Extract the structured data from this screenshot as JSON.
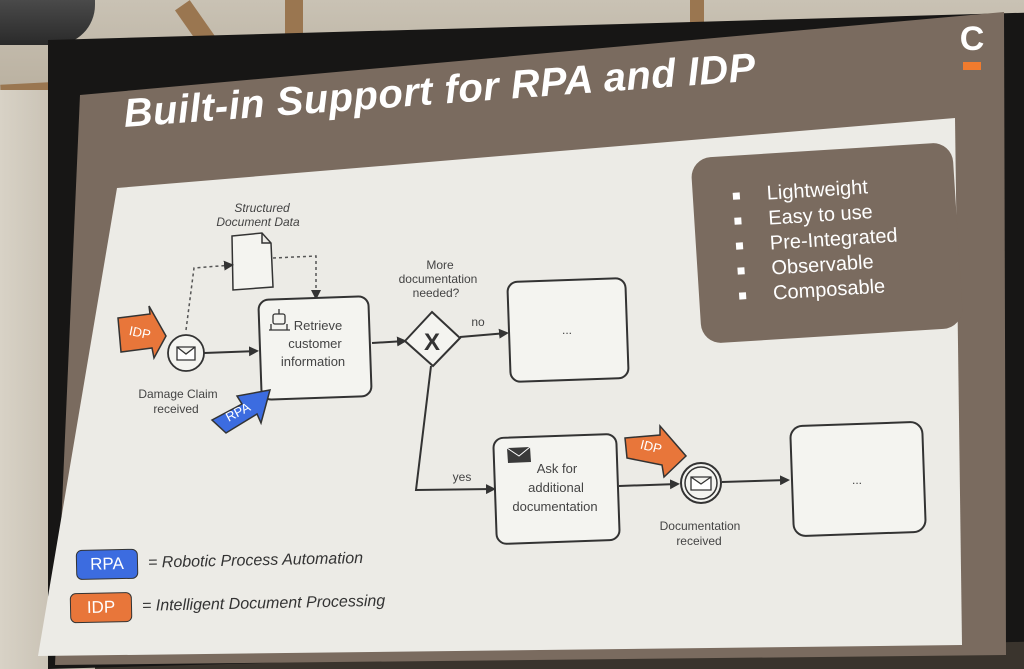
{
  "slide": {
    "title": "Built-in Support for RPA and IDP",
    "logo_letter": "C",
    "features": [
      "Lightweight",
      "Easy to use",
      "Pre-Integrated",
      "Observable",
      "Composable"
    ]
  },
  "diagram": {
    "structured_doc_label": [
      "Structured",
      "Document Data"
    ],
    "start_event_label": [
      "Damage Claim",
      "received"
    ],
    "task_retrieve": [
      "Retrieve",
      "customer",
      "information"
    ],
    "gateway_question": [
      "More",
      "documentation",
      "needed?"
    ],
    "gateway_symbol": "X",
    "flow_no": "no",
    "flow_yes": "yes",
    "placeholder_top": "...",
    "placeholder_bottom": "...",
    "task_ask": [
      "Ask for",
      "additional",
      "documentation"
    ],
    "doc_received_label": [
      "Documentation",
      "received"
    ],
    "rpa_badge": "RPA",
    "idp_badge": "IDP"
  },
  "legend": {
    "rpa_tag": "RPA",
    "rpa_text": "= Robotic Process Automation",
    "idp_tag": "IDP",
    "idp_text": "= Intelligent Document Processing"
  },
  "colors": {
    "rpa": "#3c6ce0",
    "idp": "#e8763a",
    "brand_bar": "#f07b2e",
    "panel": "#7a6b5f"
  }
}
